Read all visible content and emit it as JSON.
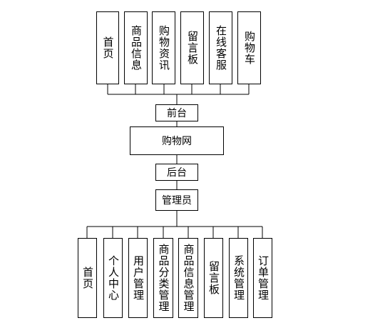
{
  "diagram": {
    "frontend_label": "前台",
    "root_label": "购物网",
    "backend_label": "后台",
    "admin_label": "管理员",
    "frontend_modules": [
      "首页",
      "商品信息",
      "购物资讯",
      "留言板",
      "在线客服",
      "购物车"
    ],
    "admin_modules": [
      "首页",
      "个人中心",
      "用户管理",
      "商品分类管理",
      "商品信息管理",
      "留言板",
      "系统管理",
      "订单管理"
    ]
  },
  "colors": {
    "line": "#000000",
    "box_fill": "#ffffff"
  }
}
